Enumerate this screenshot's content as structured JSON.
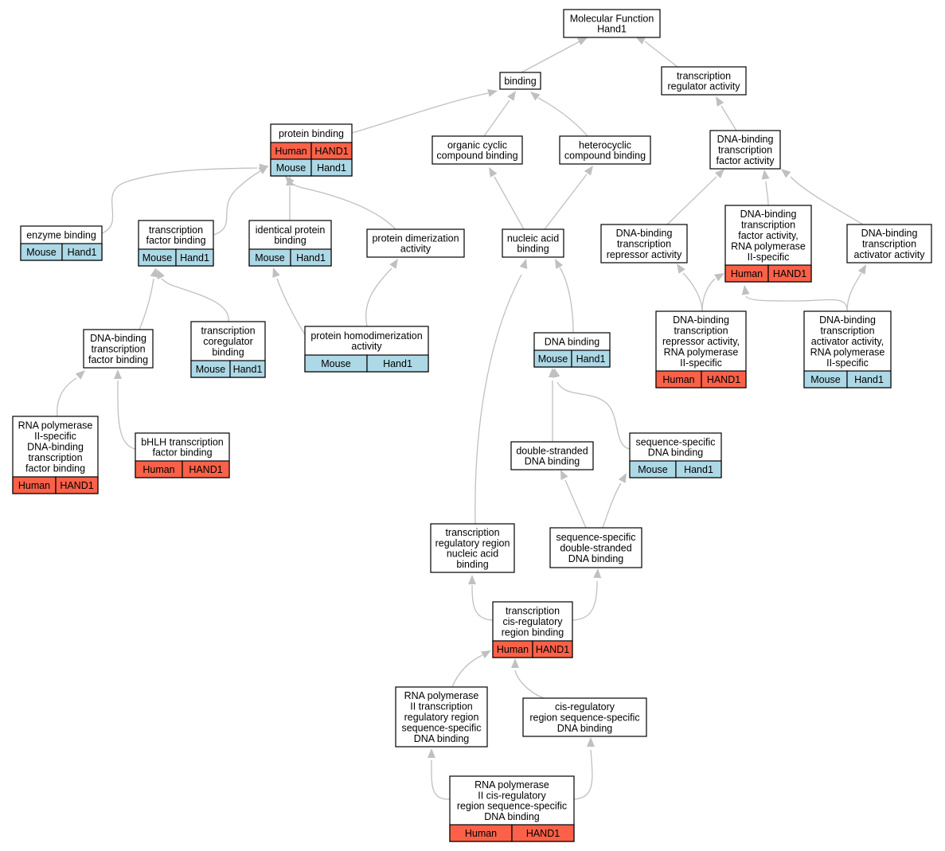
{
  "colors": {
    "human": "#fa6148",
    "mouse": "#add8e6",
    "edge": "#c0c0c0"
  },
  "nodes": [
    {
      "id": "mf",
      "lines": [
        "Molecular Function",
        "Hand1"
      ],
      "cells": []
    },
    {
      "id": "binding",
      "lines": [
        "binding"
      ],
      "cells": []
    },
    {
      "id": "tra",
      "lines": [
        "transcription",
        "regulator activity"
      ],
      "cells": []
    },
    {
      "id": "pb",
      "lines": [
        "protein binding"
      ],
      "cells": [
        [
          "Human",
          "HAND1"
        ],
        [
          "Mouse",
          "Hand1"
        ]
      ]
    },
    {
      "id": "occb",
      "lines": [
        "organic cyclic",
        "compound binding"
      ],
      "cells": []
    },
    {
      "id": "hcb",
      "lines": [
        "heterocyclic",
        "compound binding"
      ],
      "cells": []
    },
    {
      "id": "dbtfa",
      "lines": [
        "DNA-binding",
        "transcription",
        "factor activity"
      ],
      "cells": []
    },
    {
      "id": "eb",
      "lines": [
        "enzyme binding"
      ],
      "cells": [
        [
          "Mouse",
          "Hand1"
        ]
      ]
    },
    {
      "id": "tfb",
      "lines": [
        "transcription",
        "factor binding"
      ],
      "cells": [
        [
          "Mouse",
          "Hand1"
        ]
      ]
    },
    {
      "id": "ipb",
      "lines": [
        "identical protein",
        "binding"
      ],
      "cells": [
        [
          "Mouse",
          "Hand1"
        ]
      ]
    },
    {
      "id": "pda",
      "lines": [
        "protein dimerization",
        "activity"
      ],
      "cells": []
    },
    {
      "id": "nab",
      "lines": [
        "nucleic acid",
        "binding"
      ],
      "cells": []
    },
    {
      "id": "dbtra",
      "lines": [
        "DNA-binding",
        "transcription",
        "repressor activity"
      ],
      "cells": []
    },
    {
      "id": "dbtfa2",
      "lines": [
        "DNA-binding",
        "transcription",
        "factor activity,",
        "RNA polymerase",
        "II-specific"
      ],
      "cells": [
        [
          "Human",
          "HAND1"
        ]
      ]
    },
    {
      "id": "dbtaa",
      "lines": [
        "DNA-binding",
        "transcription",
        "activator activity"
      ],
      "cells": []
    },
    {
      "id": "dbtfb",
      "lines": [
        "DNA-binding",
        "transcription",
        "factor binding"
      ],
      "cells": []
    },
    {
      "id": "tcb",
      "lines": [
        "transcription",
        "coregulator",
        "binding"
      ],
      "cells": [
        [
          "Mouse",
          "Hand1"
        ]
      ]
    },
    {
      "id": "phda",
      "lines": [
        "protein homodimerization",
        "activity"
      ],
      "cells": [
        [
          "Mouse",
          "Hand1"
        ]
      ]
    },
    {
      "id": "dnab",
      "lines": [
        "DNA binding"
      ],
      "cells": [
        [
          "Mouse",
          "Hand1"
        ]
      ]
    },
    {
      "id": "dbtra2",
      "lines": [
        "DNA-binding",
        "transcription",
        "repressor activity,",
        "RNA polymerase",
        "II-specific"
      ],
      "cells": [
        [
          "Human",
          "HAND1"
        ]
      ]
    },
    {
      "id": "dbtaa2",
      "lines": [
        "DNA-binding",
        "transcription",
        "activator activity,",
        "RNA polymerase",
        "II-specific"
      ],
      "cells": [
        [
          "Mouse",
          "Hand1"
        ]
      ]
    },
    {
      "id": "rnap",
      "lines": [
        "RNA polymerase",
        "II-specific",
        "DNA-binding",
        "transcription",
        "factor binding"
      ],
      "cells": [
        [
          "Human",
          "HAND1"
        ]
      ]
    },
    {
      "id": "bhlh",
      "lines": [
        "bHLH transcription",
        "factor binding"
      ],
      "cells": [
        [
          "Human",
          "HAND1"
        ]
      ]
    },
    {
      "id": "dsdb",
      "lines": [
        "double-stranded",
        "DNA binding"
      ],
      "cells": []
    },
    {
      "id": "ssdb",
      "lines": [
        "sequence-specific",
        "DNA binding"
      ],
      "cells": [
        [
          "Mouse",
          "Hand1"
        ]
      ]
    },
    {
      "id": "trrnab",
      "lines": [
        "transcription",
        "regulatory region",
        "nucleic acid",
        "binding"
      ],
      "cells": []
    },
    {
      "id": "ssdsdb",
      "lines": [
        "sequence-specific",
        "double-stranded",
        "DNA binding"
      ],
      "cells": []
    },
    {
      "id": "tcrb",
      "lines": [
        "transcription",
        "cis-regulatory",
        "region binding"
      ],
      "cells": [
        [
          "Human",
          "HAND1"
        ]
      ]
    },
    {
      "id": "rnap2t",
      "lines": [
        "RNA polymerase",
        "II transcription",
        "regulatory region",
        "sequence-specific",
        "DNA binding"
      ],
      "cells": []
    },
    {
      "id": "crss",
      "lines": [
        "cis-regulatory",
        "region sequence-specific",
        "DNA binding"
      ],
      "cells": []
    },
    {
      "id": "rnap2c",
      "lines": [
        "RNA polymerase",
        "II cis-regulatory",
        "region sequence-specific",
        "DNA binding"
      ],
      "cells": [
        [
          "Human",
          "HAND1"
        ]
      ]
    }
  ]
}
